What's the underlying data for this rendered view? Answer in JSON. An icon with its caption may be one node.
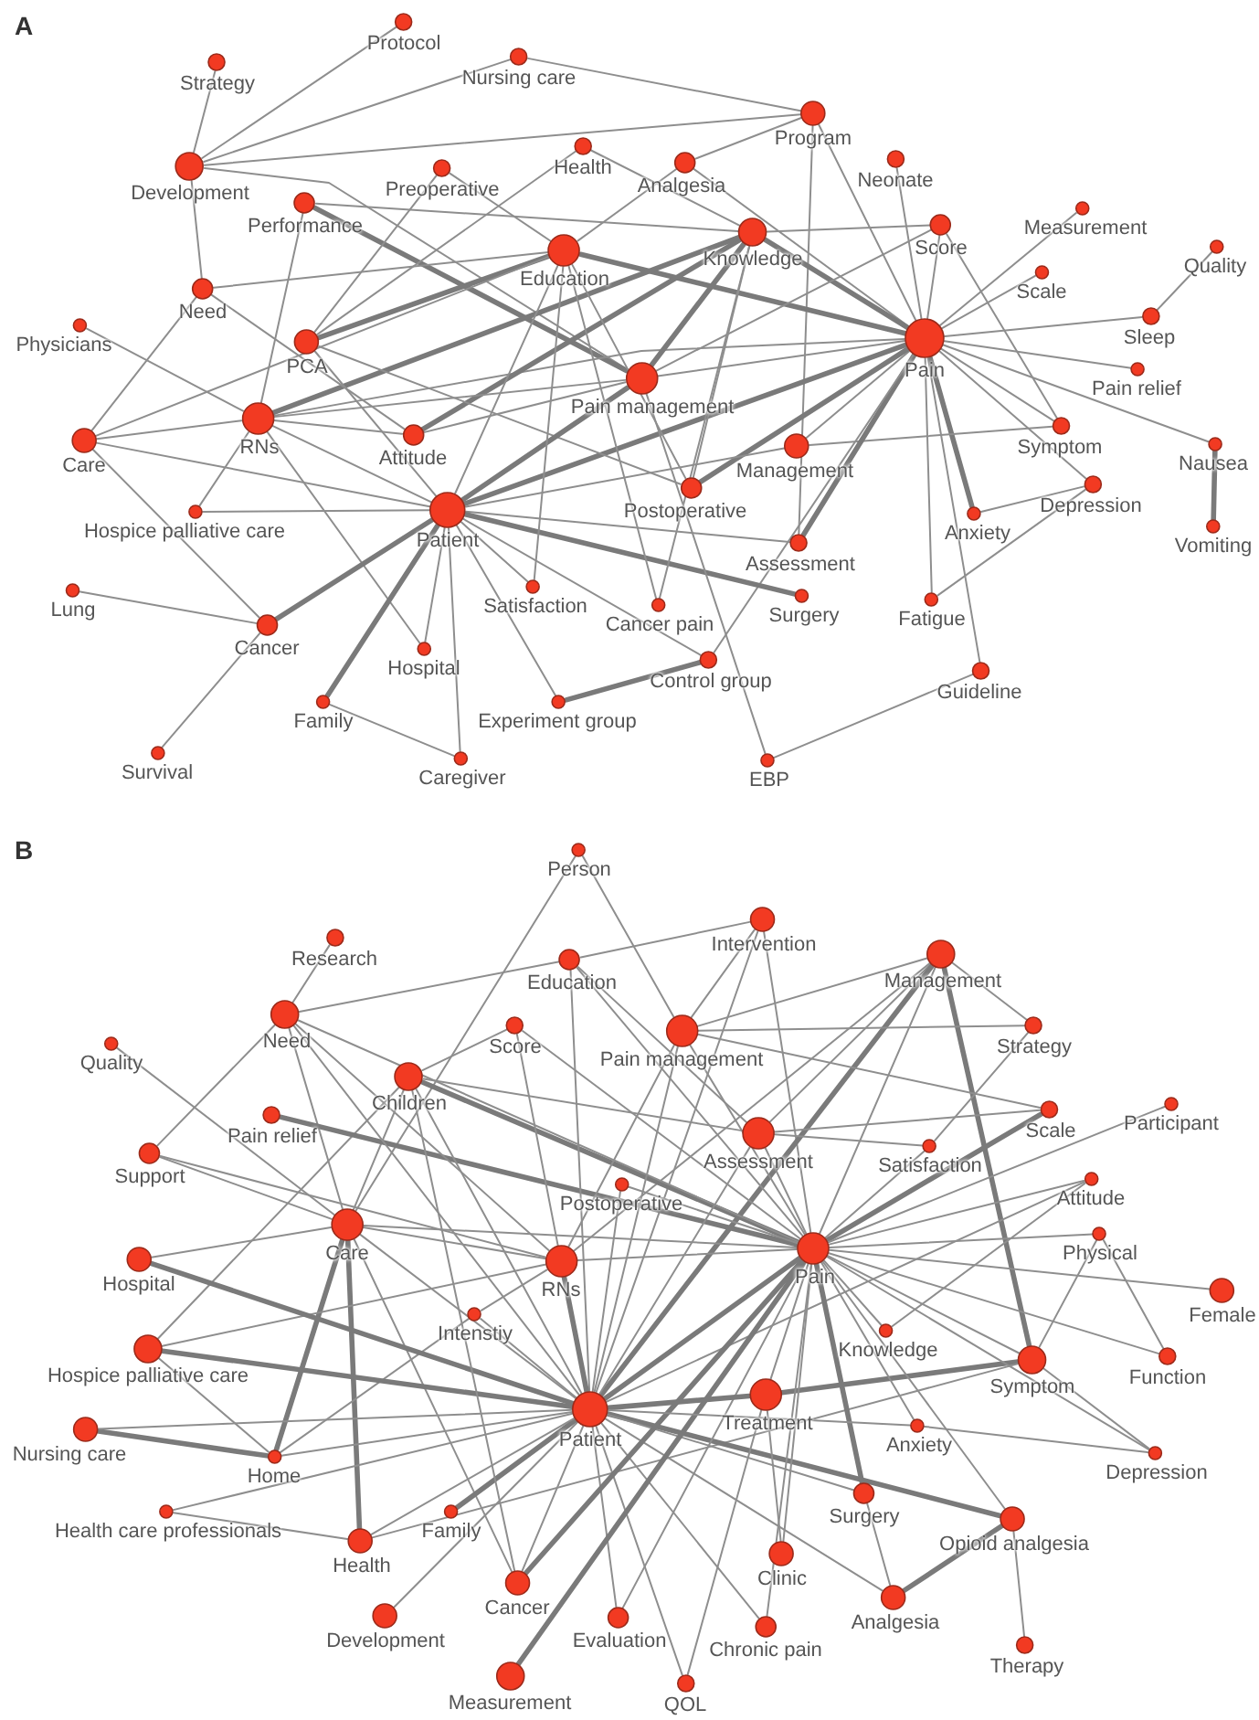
{
  "diagram": {
    "nodes": [
      {
        "text": [
          "Protocol"
        ]
      },
      {
        "text": [
          "Strategy"
        ]
      },
      {
        "text": [
          "Nursing care"
        ]
      },
      {
        "text": [
          "Development"
        ]
      },
      {
        "text": [
          "Preoperative"
        ]
      },
      {
        "text": [
          "Health"
        ]
      },
      {
        "text": [
          "Analgesia"
        ]
      },
      {
        "text": [
          "Program"
        ]
      },
      {
        "text": [
          "Neonate"
        ]
      },
      {
        "text": [
          "Performance"
        ]
      },
      {
        "text": [
          "Education"
        ]
      },
      {
        "text": [
          "Knowledge"
        ]
      },
      {
        "text": [
          "Score"
        ]
      },
      {
        "text": [
          "Measurement"
        ]
      },
      {
        "text": [
          "Scale"
        ]
      },
      {
        "text": [
          "Quality"
        ]
      },
      {
        "text": [
          "Need"
        ]
      },
      {
        "text": [
          "Physicians"
        ]
      },
      {
        "text": [
          "PCA"
        ]
      },
      {
        "text": [
          "Pain management"
        ]
      },
      {
        "text": [
          "Pain"
        ]
      },
      {
        "text": [
          "Sleep"
        ]
      },
      {
        "text": [
          "Pain relief"
        ]
      },
      {
        "text": [
          "RNs"
        ]
      },
      {
        "text": [
          "Care"
        ]
      },
      {
        "text": [
          "Attitude"
        ]
      },
      {
        "text": [
          "Management"
        ]
      },
      {
        "text": [
          "Symptom"
        ]
      },
      {
        "text": [
          "Nausea"
        ]
      },
      {
        "text": [
          "Patient"
        ]
      },
      {
        "text": [
          "Hospice palliative care"
        ]
      },
      {
        "text": [
          "Postoperative"
        ]
      },
      {
        "text": [
          "Depression"
        ]
      },
      {
        "text": [
          "Anxiety"
        ]
      },
      {
        "text": [
          "Vomiting"
        ]
      },
      {
        "text": [
          "Assessment"
        ]
      },
      {
        "text": [
          "Lung"
        ]
      },
      {
        "text": [
          "Satisfaction"
        ]
      },
      {
        "text": [
          "Surgery"
        ]
      },
      {
        "text": [
          "Fatigue"
        ]
      },
      {
        "text": [
          "Cancer pain"
        ]
      },
      {
        "text": [
          "Cancer"
        ]
      },
      {
        "text": [
          "Hospital"
        ]
      },
      {
        "text": [
          "Control group"
        ]
      },
      {
        "text": [
          "Family"
        ]
      },
      {
        "text": [
          "Experiment group"
        ]
      },
      {
        "text": [
          "Guideline"
        ]
      },
      {
        "text": [
          "Survival"
        ]
      },
      {
        "text": [
          "Caregiver"
        ]
      },
      {
        "text": [
          "EBP"
        ]
      },
      {
        "text": [
          "Person"
        ]
      },
      {
        "text": [
          "Research"
        ]
      },
      {
        "text": [
          "Intervention"
        ]
      },
      {
        "text": [
          "Education"
        ]
      },
      {
        "text": [
          "Management"
        ]
      },
      {
        "text": [
          "Need"
        ]
      },
      {
        "text": [
          "Quality"
        ]
      },
      {
        "text": [
          "Score"
        ]
      },
      {
        "text": [
          "Pain management"
        ]
      },
      {
        "text": [
          "Strategy"
        ]
      },
      {
        "text": [
          "Children"
        ]
      },
      {
        "text": [
          "Pain relief"
        ]
      },
      {
        "text": [
          "Scale"
        ]
      },
      {
        "text": [
          "Participant"
        ]
      },
      {
        "text": [
          "Support"
        ]
      },
      {
        "text": [
          "Assessment"
        ]
      },
      {
        "text": [
          "Satisfaction"
        ]
      },
      {
        "text": [
          "Attitude"
        ]
      },
      {
        "text": [
          "Postoperative"
        ]
      },
      {
        "text": [
          "Care"
        ]
      },
      {
        "text": [
          "RNs"
        ]
      },
      {
        "text": [
          "Pain"
        ]
      },
      {
        "text": [
          "Physical"
        ]
      },
      {
        "text": [
          "Hospital"
        ]
      },
      {
        "text": [
          "Female"
        ]
      },
      {
        "text": [
          "Intenstiy"
        ]
      },
      {
        "text": [
          "Knowledge"
        ]
      },
      {
        "text": [
          "Symptom"
        ]
      },
      {
        "text": [
          "Function"
        ]
      },
      {
        "text": [
          "Hospice palliative care"
        ]
      },
      {
        "text": [
          "Nursing care"
        ]
      },
      {
        "text": [
          "Home"
        ]
      },
      {
        "text": [
          "Patient"
        ]
      },
      {
        "text": [
          "Treatment"
        ]
      },
      {
        "text": [
          "Anxiety"
        ]
      },
      {
        "text": [
          "Depression"
        ]
      },
      {
        "text": [
          "Health care professionals"
        ]
      },
      {
        "text": [
          "Family"
        ]
      },
      {
        "text": [
          "Health"
        ]
      },
      {
        "text": [
          "Surgery"
        ]
      },
      {
        "text": [
          "Opioid analgesia"
        ]
      },
      {
        "text": [
          "Clinic"
        ]
      },
      {
        "text": [
          "Cancer"
        ]
      },
      {
        "text": [
          "Development"
        ]
      },
      {
        "text": [
          "Evaluation"
        ]
      },
      {
        "text": [
          "Analgesia"
        ]
      },
      {
        "text": [
          "Chronic pain"
        ]
      },
      {
        "text": [
          "Therapy"
        ]
      },
      {
        "text": [
          "Measurement"
        ]
      },
      {
        "text": [
          "QOL"
        ]
      }
    ],
    "edges": [
      {
        "from": 0,
        "to": 3,
        "arrow": "none"
      },
      {
        "from": 1,
        "to": 3,
        "arrow": "none"
      },
      {
        "from": 2,
        "to": 3,
        "arrow": "none"
      },
      {
        "from": 2,
        "to": 7,
        "arrow": "none"
      },
      {
        "from": 3,
        "to": 7,
        "arrow": "none"
      },
      {
        "from": 3,
        "to": 16,
        "arrow": "none"
      },
      {
        "from": 3,
        "to": 19,
        "arrow": "none"
      },
      {
        "from": 9,
        "to": 19,
        "arrow": "none",
        "style": "thick"
      },
      {
        "from": 9,
        "to": 11,
        "arrow": "none"
      },
      {
        "from": 9,
        "to": 23,
        "arrow": "none"
      },
      {
        "from": 4,
        "to": 18,
        "arrow": "none"
      },
      {
        "from": 4,
        "to": 10,
        "arrow": "none"
      },
      {
        "from": 5,
        "to": 18,
        "arrow": "none"
      },
      {
        "from": 5,
        "to": 11,
        "arrow": "none"
      },
      {
        "from": 6,
        "to": 20,
        "arrow": "none"
      },
      {
        "from": 6,
        "to": 7,
        "arrow": "none"
      },
      {
        "from": 6,
        "to": 10,
        "arrow": "none"
      },
      {
        "from": 7,
        "to": 20,
        "arrow": "none"
      },
      {
        "from": 7,
        "to": 35,
        "arrow": "none"
      },
      {
        "from": 8,
        "to": 20,
        "arrow": "none"
      },
      {
        "from": 12,
        "to": 20,
        "arrow": "none"
      },
      {
        "from": 11,
        "to": 12,
        "arrow": "none"
      },
      {
        "from": 12,
        "to": 27,
        "arrow": "none"
      },
      {
        "from": 13,
        "to": 20,
        "arrow": "none"
      },
      {
        "from": 14,
        "to": 20,
        "arrow": "none"
      },
      {
        "from": 15,
        "to": 21,
        "arrow": "none"
      },
      {
        "from": 21,
        "to": 20,
        "arrow": "none"
      },
      {
        "from": 22,
        "to": 20,
        "arrow": "none"
      },
      {
        "from": 28,
        "to": 20,
        "arrow": "none"
      },
      {
        "from": 28,
        "to": 34,
        "arrow": "none",
        "style": "thick"
      },
      {
        "from": 27,
        "to": 20,
        "arrow": "none"
      },
      {
        "from": 32,
        "to": 20,
        "arrow": "none"
      },
      {
        "from": 33,
        "to": 20,
        "arrow": "none",
        "style": "thick"
      },
      {
        "from": 32,
        "to": 33,
        "arrow": "none"
      },
      {
        "from": 32,
        "to": 39,
        "arrow": "none"
      },
      {
        "from": 39,
        "to": 20,
        "arrow": "none"
      },
      {
        "from": 46,
        "to": 20,
        "arrow": "none"
      },
      {
        "from": 46,
        "to": 49,
        "arrow": "none"
      },
      {
        "from": 26,
        "to": 27,
        "arrow": "none"
      },
      {
        "from": 26,
        "to": 20,
        "arrow": "none"
      },
      {
        "from": 35,
        "to": 20,
        "arrow": "none",
        "style": "thick"
      },
      {
        "from": 31,
        "to": 20,
        "arrow": "none",
        "style": "thick"
      },
      {
        "from": 43,
        "to": 20,
        "arrow": "none"
      },
      {
        "from": 29,
        "to": 20,
        "arrow": "none",
        "style": "thick"
      },
      {
        "from": 10,
        "to": 20,
        "arrow": "none",
        "style": "thick"
      },
      {
        "from": 11,
        "to": 20,
        "arrow": "none",
        "style": "thick"
      },
      {
        "from": 23,
        "to": 20,
        "arrow": "none"
      },
      {
        "from": 19,
        "to": 20,
        "arrow": "none"
      },
      {
        "from": 19,
        "to": 12,
        "arrow": "none"
      },
      {
        "from": 19,
        "to": 11,
        "arrow": "none",
        "style": "thick"
      },
      {
        "from": 25,
        "to": 11,
        "arrow": "none",
        "style": "thick"
      },
      {
        "from": 23,
        "to": 11,
        "arrow": "none",
        "style": "thick"
      },
      {
        "from": 18,
        "to": 10,
        "arrow": "none",
        "style": "thick"
      },
      {
        "from": 16,
        "to": 10,
        "arrow": "none"
      },
      {
        "from": 24,
        "to": 16,
        "arrow": "none"
      },
      {
        "from": 24,
        "to": 10,
        "arrow": "none"
      },
      {
        "from": 24,
        "to": 23,
        "arrow": "none"
      },
      {
        "from": 24,
        "to": 29,
        "arrow": "none"
      },
      {
        "from": 24,
        "to": 41,
        "arrow": "none"
      },
      {
        "from": 17,
        "to": 23,
        "arrow": "none"
      },
      {
        "from": 16,
        "to": 25,
        "arrow": "none"
      },
      {
        "from": 18,
        "to": 29,
        "arrow": "none"
      },
      {
        "from": 23,
        "to": 19,
        "arrow": "none"
      },
      {
        "from": 23,
        "to": 25,
        "arrow": "none"
      },
      {
        "from": 23,
        "to": 29,
        "arrow": "none"
      },
      {
        "from": 23,
        "to": 42,
        "arrow": "none"
      },
      {
        "from": 23,
        "to": 30,
        "arrow": "none"
      },
      {
        "from": 18,
        "to": 31,
        "arrow": "none"
      },
      {
        "from": 25,
        "to": 19,
        "arrow": "none"
      },
      {
        "from": 30,
        "to": 29,
        "arrow": "none"
      },
      {
        "from": 29,
        "to": 10,
        "arrow": "none"
      },
      {
        "from": 29,
        "to": 19,
        "arrow": "none",
        "style": "thick"
      },
      {
        "from": 29,
        "to": 26,
        "arrow": "none"
      },
      {
        "from": 29,
        "to": 35,
        "arrow": "none"
      },
      {
        "from": 29,
        "to": 38,
        "arrow": "none",
        "style": "thick"
      },
      {
        "from": 29,
        "to": 37,
        "arrow": "none"
      },
      {
        "from": 29,
        "to": 43,
        "arrow": "none"
      },
      {
        "from": 29,
        "to": 45,
        "arrow": "none"
      },
      {
        "from": 29,
        "to": 48,
        "arrow": "none"
      },
      {
        "from": 29,
        "to": 42,
        "arrow": "none"
      },
      {
        "from": 29,
        "to": 44,
        "arrow": "none",
        "style": "thick"
      },
      {
        "from": 29,
        "to": 41,
        "arrow": "none",
        "style": "thick"
      },
      {
        "from": 41,
        "to": 36,
        "arrow": "none"
      },
      {
        "from": 41,
        "to": 47,
        "arrow": "none"
      },
      {
        "from": 44,
        "to": 48,
        "arrow": "none"
      },
      {
        "from": 45,
        "to": 43,
        "arrow": "none",
        "style": "thick"
      },
      {
        "from": 37,
        "to": 10,
        "arrow": "none"
      },
      {
        "from": 19,
        "to": 49,
        "arrow": "none"
      },
      {
        "from": 10,
        "to": 40,
        "arrow": "none"
      },
      {
        "from": 11,
        "to": 40,
        "arrow": "none"
      },
      {
        "from": 10,
        "to": 31,
        "arrow": "none"
      },
      {
        "from": 11,
        "to": 31,
        "arrow": "none"
      },
      {
        "from": 50,
        "to": 69,
        "arrow": "none"
      },
      {
        "from": 50,
        "to": 58,
        "arrow": "none"
      },
      {
        "from": 51,
        "to": 55,
        "arrow": "none"
      },
      {
        "from": 53,
        "to": 52,
        "arrow": "none"
      },
      {
        "from": 52,
        "to": 71,
        "arrow": "none"
      },
      {
        "from": 52,
        "to": 58,
        "arrow": "none"
      },
      {
        "from": 52,
        "to": 82,
        "arrow": "none"
      },
      {
        "from": 55,
        "to": 53,
        "arrow": "none"
      },
      {
        "from": 54,
        "to": 58,
        "arrow": "none"
      },
      {
        "from": 54,
        "to": 71,
        "arrow": "none"
      },
      {
        "from": 54,
        "to": 77,
        "arrow": "none",
        "style": "thick"
      },
      {
        "from": 54,
        "to": 59,
        "arrow": "none"
      },
      {
        "from": 54,
        "to": 65,
        "arrow": "none"
      },
      {
        "from": 54,
        "to": 82,
        "arrow": "none",
        "style": "thick"
      },
      {
        "from": 54,
        "to": 70,
        "arrow": "none"
      },
      {
        "from": 59,
        "to": 58,
        "arrow": "none"
      },
      {
        "from": 59,
        "to": 66,
        "arrow": "none"
      },
      {
        "from": 62,
        "to": 58,
        "arrow": "none"
      },
      {
        "from": 62,
        "to": 65,
        "arrow": "none"
      },
      {
        "from": 62,
        "to": 71,
        "arrow": "none",
        "style": "thick"
      },
      {
        "from": 63,
        "to": 71,
        "arrow": "none"
      },
      {
        "from": 66,
        "to": 65,
        "arrow": "none"
      },
      {
        "from": 66,
        "to": 71,
        "arrow": "none"
      },
      {
        "from": 67,
        "to": 71,
        "arrow": "none"
      },
      {
        "from": 67,
        "to": 82,
        "arrow": "none"
      },
      {
        "from": 72,
        "to": 71,
        "arrow": "none"
      },
      {
        "from": 72,
        "to": 78,
        "arrow": "none"
      },
      {
        "from": 72,
        "to": 77,
        "arrow": "none"
      },
      {
        "from": 74,
        "to": 71,
        "arrow": "none"
      },
      {
        "from": 78,
        "to": 71,
        "arrow": "none"
      },
      {
        "from": 77,
        "to": 71,
        "arrow": "none"
      },
      {
        "from": 77,
        "to": 83,
        "arrow": "none",
        "style": "thick"
      },
      {
        "from": 77,
        "to": 85,
        "arrow": "none"
      },
      {
        "from": 77,
        "to": 88,
        "arrow": "none"
      },
      {
        "from": 85,
        "to": 84,
        "arrow": "none"
      },
      {
        "from": 85,
        "to": 71,
        "arrow": "none"
      },
      {
        "from": 76,
        "to": 71,
        "arrow": "none"
      },
      {
        "from": 76,
        "to": 67,
        "arrow": "none"
      },
      {
        "from": 90,
        "to": 95,
        "arrow": "none",
        "style": "thick"
      },
      {
        "from": 90,
        "to": 97,
        "arrow": "none"
      },
      {
        "from": 90,
        "to": 82,
        "arrow": "none",
        "style": "thick"
      },
      {
        "from": 90,
        "to": 71,
        "arrow": "none"
      },
      {
        "from": 95,
        "to": 89,
        "arrow": "none"
      },
      {
        "from": 95,
        "to": 82,
        "arrow": "none"
      },
      {
        "from": 89,
        "to": 71,
        "arrow": "none",
        "style": "thick"
      },
      {
        "from": 89,
        "to": 82,
        "arrow": "none"
      },
      {
        "from": 91,
        "to": 71,
        "arrow": "none"
      },
      {
        "from": 91,
        "to": 83,
        "arrow": "none"
      },
      {
        "from": 96,
        "to": 71,
        "arrow": "none"
      },
      {
        "from": 96,
        "to": 82,
        "arrow": "none"
      },
      {
        "from": 99,
        "to": 82,
        "arrow": "none"
      },
      {
        "from": 99,
        "to": 83,
        "arrow": "none"
      },
      {
        "from": 94,
        "to": 82,
        "arrow": "none"
      },
      {
        "from": 94,
        "to": 71,
        "arrow": "none"
      },
      {
        "from": 98,
        "to": 71,
        "arrow": "none",
        "style": "thick"
      },
      {
        "from": 92,
        "to": 82,
        "arrow": "none"
      },
      {
        "from": 92,
        "to": 71,
        "arrow": "none",
        "style": "thick"
      },
      {
        "from": 92,
        "to": 69,
        "arrow": "none"
      },
      {
        "from": 93,
        "to": 82,
        "arrow": "none"
      },
      {
        "from": 87,
        "to": 82,
        "arrow": "none",
        "style": "thick"
      },
      {
        "from": 88,
        "to": 82,
        "arrow": "none"
      },
      {
        "from": 88,
        "to": 69,
        "arrow": "none",
        "style": "thick"
      },
      {
        "from": 88,
        "to": 86,
        "arrow": "none"
      },
      {
        "from": 86,
        "to": 82,
        "arrow": "none"
      },
      {
        "from": 81,
        "to": 80,
        "arrow": "none",
        "style": "thick"
      },
      {
        "from": 81,
        "to": 79,
        "arrow": "none"
      },
      {
        "from": 81,
        "to": 82,
        "arrow": "none"
      },
      {
        "from": 81,
        "to": 69,
        "arrow": "none",
        "style": "thick"
      },
      {
        "from": 81,
        "to": 75,
        "arrow": "none"
      },
      {
        "from": 80,
        "to": 82,
        "arrow": "none"
      },
      {
        "from": 79,
        "to": 82,
        "arrow": "none",
        "style": "thick"
      },
      {
        "from": 79,
        "to": 70,
        "arrow": "none"
      },
      {
        "from": 79,
        "to": 60,
        "arrow": "none"
      },
      {
        "from": 73,
        "to": 82,
        "arrow": "none",
        "style": "thick"
      },
      {
        "from": 73,
        "to": 69,
        "arrow": "none"
      },
      {
        "from": 75,
        "to": 70,
        "arrow": "none"
      },
      {
        "from": 75,
        "to": 82,
        "arrow": "none"
      },
      {
        "from": 69,
        "to": 55,
        "arrow": "none"
      },
      {
        "from": 69,
        "to": 64,
        "arrow": "none"
      },
      {
        "from": 69,
        "to": 56,
        "arrow": "none"
      },
      {
        "from": 69,
        "to": 70,
        "arrow": "none"
      },
      {
        "from": 69,
        "to": 71,
        "arrow": "none"
      },
      {
        "from": 69,
        "to": 82,
        "arrow": "none"
      },
      {
        "from": 69,
        "to": 60,
        "arrow": "none"
      },
      {
        "from": 64,
        "to": 55,
        "arrow": "none"
      },
      {
        "from": 64,
        "to": 70,
        "arrow": "none"
      },
      {
        "from": 61,
        "to": 71,
        "arrow": "none",
        "style": "thick"
      },
      {
        "from": 60,
        "to": 71,
        "arrow": "none",
        "style": "thick"
      },
      {
        "from": 60,
        "to": 82,
        "arrow": "none"
      },
      {
        "from": 60,
        "to": 57,
        "arrow": "none"
      },
      {
        "from": 60,
        "to": 92,
        "arrow": "none"
      },
      {
        "from": 55,
        "to": 71,
        "arrow": "none"
      },
      {
        "from": 55,
        "to": 82,
        "arrow": "none"
      },
      {
        "from": 55,
        "to": 70,
        "arrow": "none"
      },
      {
        "from": 57,
        "to": 70,
        "arrow": "none"
      },
      {
        "from": 57,
        "to": 71,
        "arrow": "none"
      },
      {
        "from": 53,
        "to": 71,
        "arrow": "none"
      },
      {
        "from": 53,
        "to": 82,
        "arrow": "none"
      },
      {
        "from": 53,
        "to": 65,
        "arrow": "none"
      },
      {
        "from": 58,
        "to": 82,
        "arrow": "none"
      },
      {
        "from": 58,
        "to": 71,
        "arrow": "none"
      },
      {
        "from": 58,
        "to": 70,
        "arrow": "none"
      },
      {
        "from": 65,
        "to": 71,
        "arrow": "none"
      },
      {
        "from": 65,
        "to": 82,
        "arrow": "none"
      },
      {
        "from": 65,
        "to": 60,
        "arrow": "none"
      },
      {
        "from": 68,
        "to": 71,
        "arrow": "none"
      },
      {
        "from": 68,
        "to": 82,
        "arrow": "none"
      },
      {
        "from": 70,
        "to": 71,
        "arrow": "none"
      },
      {
        "from": 70,
        "to": 82,
        "arrow": "none",
        "style": "thick"
      },
      {
        "from": 71,
        "to": 82,
        "arrow": "none",
        "style": "thick"
      },
      {
        "from": 83,
        "to": 82,
        "arrow": "none",
        "style": "thick"
      },
      {
        "from": 83,
        "to": 71,
        "arrow": "none"
      },
      {
        "from": 84,
        "to": 71,
        "arrow": "none"
      },
      {
        "from": 84,
        "to": 82,
        "arrow": "none"
      }
    ],
    "labels": [
      "A",
      "B"
    ]
  }
}
